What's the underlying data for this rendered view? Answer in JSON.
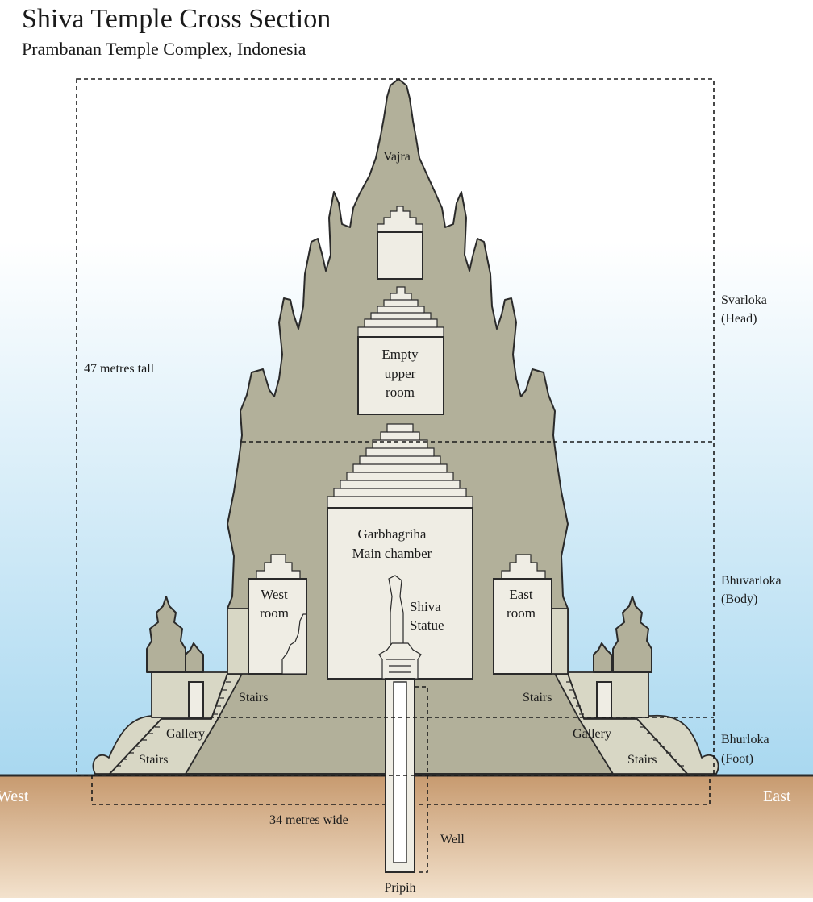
{
  "title": "Shiva Temple Cross Section",
  "subtitle": "Prambanan Temple Complex, Indonesia",
  "colors": {
    "sky_top": "#ffffff",
    "sky_bottom": "#a9d8f0",
    "stone": "#b2b09a",
    "stone_light": "#d8d7c5",
    "room": "#efede4",
    "ground_top": "#c79a6f",
    "ground_bottom": "#f3e2cd"
  },
  "labels": {
    "vajra": "Vajra",
    "empty_upper_room": [
      "Empty",
      "upper",
      "room"
    ],
    "garbhagriha": [
      "Garbhagriha",
      "Main chamber"
    ],
    "shiva_statue": [
      "Shiva",
      "Statue"
    ],
    "west_room": [
      "West",
      "room"
    ],
    "east_room": [
      "East",
      "room"
    ],
    "stairs": "Stairs",
    "gallery": "Gallery",
    "well": "Well",
    "pripih": "Pripih",
    "height": "47 metres tall",
    "width": "34 metres wide",
    "west": "West",
    "east": "East"
  },
  "levels": [
    {
      "name": "Svarloka",
      "gloss": "(Head)"
    },
    {
      "name": "Bhuvarloka",
      "gloss": "(Body)"
    },
    {
      "name": "Bhurloka",
      "gloss": "(Foot)"
    }
  ]
}
